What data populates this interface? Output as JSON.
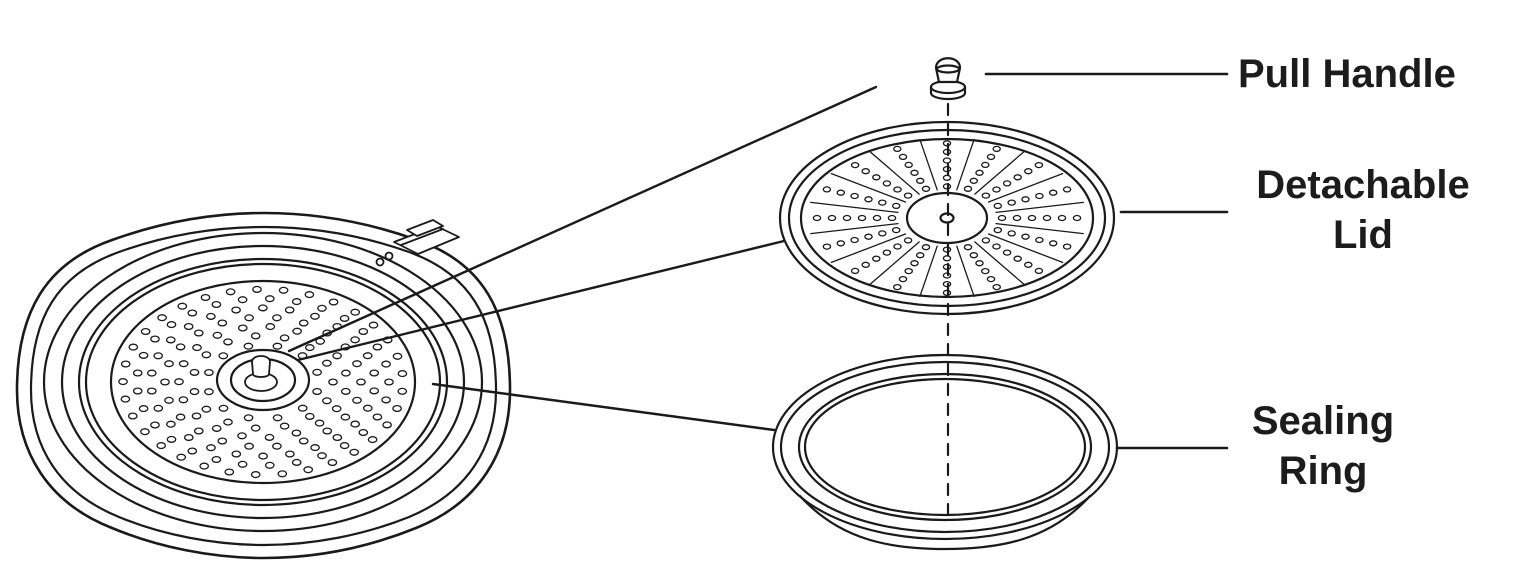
{
  "figure": {
    "type": "exploded-parts-diagram",
    "subject": "cooker-inner-lid-assembly",
    "labels": {
      "pull_handle": "Pull Handle",
      "detachable_lid": "Detachable Lid",
      "sealing_ring": "Sealing Ring"
    },
    "colors": {
      "line": "#1a1a1a",
      "background": "#ffffff"
    }
  }
}
